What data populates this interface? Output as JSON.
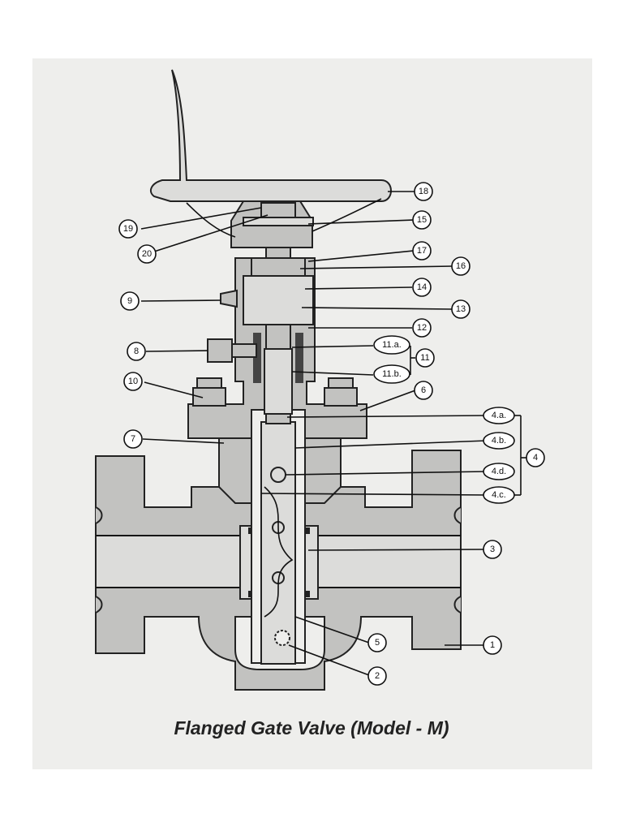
{
  "caption": "Flanged Gate Valve (Model - M)",
  "callouts": {
    "c1": "1",
    "c2": "2",
    "c3": "3",
    "c4": "4",
    "c5": "5",
    "c6": "6",
    "c7": "7",
    "c8": "8",
    "c9": "9",
    "c10": "10",
    "c11": "11",
    "c12": "12",
    "c13": "13",
    "c14": "14",
    "c15": "15",
    "c16": "16",
    "c17": "17",
    "c18": "18",
    "c19": "19",
    "c20": "20",
    "c4a": "4.a.",
    "c4b": "4.b.",
    "c4c": "4.c.",
    "c4d": "4.d.",
    "c11a": "11.a.",
    "c11b": "11.b."
  }
}
